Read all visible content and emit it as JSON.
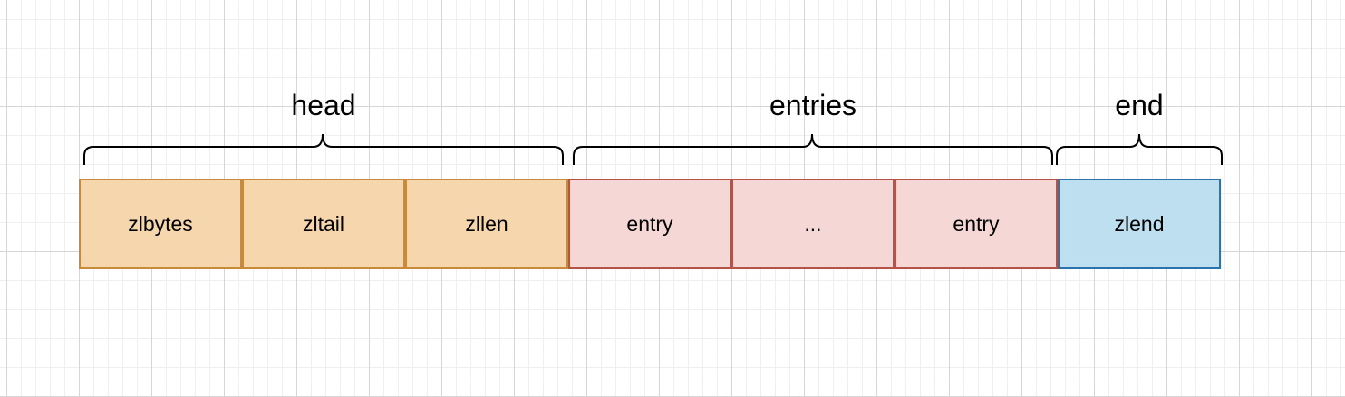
{
  "groups": [
    {
      "label": "head"
    },
    {
      "label": "entries"
    },
    {
      "label": "end"
    }
  ],
  "cells": [
    {
      "label": "zlbytes",
      "group": "head"
    },
    {
      "label": "zltail",
      "group": "head"
    },
    {
      "label": "zllen",
      "group": "head"
    },
    {
      "label": "entry",
      "group": "entries"
    },
    {
      "label": "...",
      "group": "entries"
    },
    {
      "label": "entry",
      "group": "entries"
    },
    {
      "label": "zlend",
      "group": "end"
    }
  ],
  "colors": {
    "head_fill": "#f5d6ad",
    "head_stroke": "#c98a3c",
    "entries_fill": "#f5d8d5",
    "entries_stroke": "#b5524a",
    "end_fill": "#bddff0",
    "end_stroke": "#2a73ac"
  }
}
